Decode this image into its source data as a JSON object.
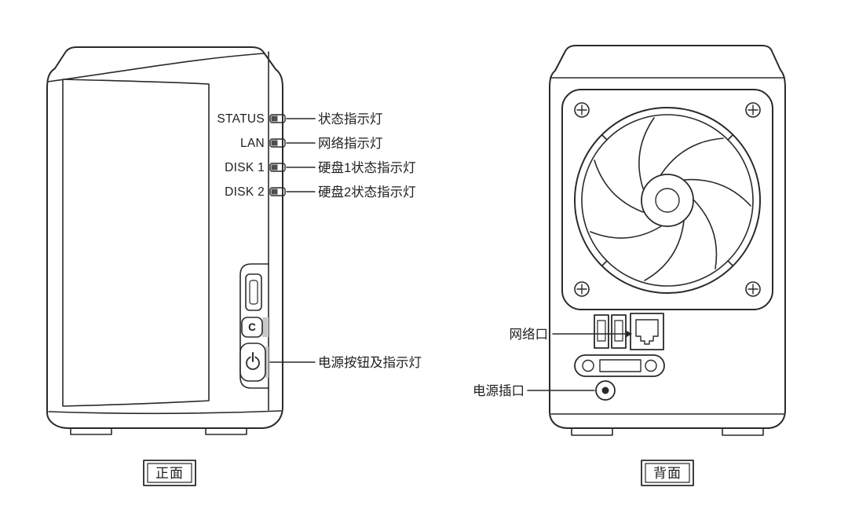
{
  "diagram": {
    "front": {
      "leds": [
        {
          "label": "STATUS",
          "callout": "状态指示灯"
        },
        {
          "label": "LAN",
          "callout": "网络指示灯"
        },
        {
          "label": "DISK 1",
          "callout": "硬盘1状态指示灯"
        },
        {
          "label": "DISK 2",
          "callout": "硬盘2状态指示灯"
        }
      ],
      "power_callout": "电源按钮及指示灯",
      "copy_button": "C",
      "caption": "正面"
    },
    "back": {
      "network_callout": "网络口",
      "power_callout": "电源插口",
      "caption": "背面"
    },
    "colors": {
      "line": "#2a2a2a",
      "shade": "#c9c9c9",
      "port_fill": "#dedede"
    }
  }
}
